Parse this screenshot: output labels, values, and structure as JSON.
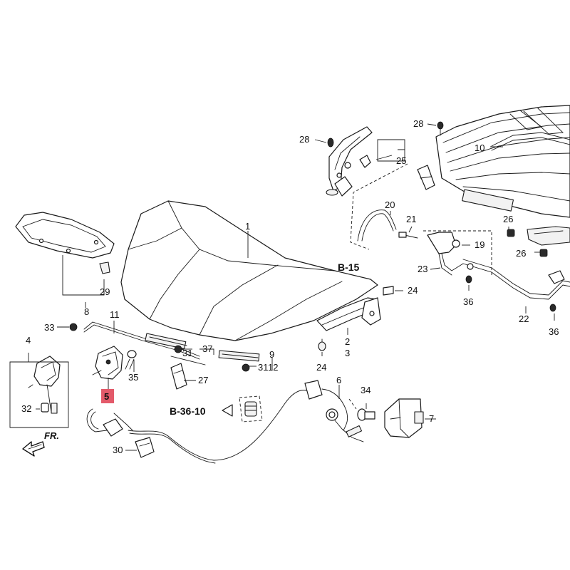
{
  "diagram": {
    "highlight_color": "#e35a6a",
    "callouts": {
      "c1": "1",
      "c2": "2",
      "c3": "3",
      "c4": "4",
      "c5": "5",
      "c6": "6",
      "c7": "7",
      "c8": "8",
      "c9": "9",
      "c10": "10",
      "c11": "11",
      "c12": "12",
      "c19": "19",
      "c20": "20",
      "c21": "21",
      "c22": "22",
      "c23": "23",
      "c24a": "24",
      "c24b": "24",
      "c25": "25",
      "c26a": "26",
      "c26b": "26",
      "c27": "27",
      "c28a": "28",
      "c28b": "28",
      "c29": "29",
      "c30": "30",
      "c31a": "31",
      "c31b": "31",
      "c32": "32",
      "c33": "33",
      "c34": "34",
      "c35": "35",
      "c36a": "36",
      "c36b": "36",
      "c37": "37"
    },
    "references": {
      "ref_b15": "B-15",
      "ref_b3610": "B-36-10"
    },
    "direction_label": "FR."
  }
}
